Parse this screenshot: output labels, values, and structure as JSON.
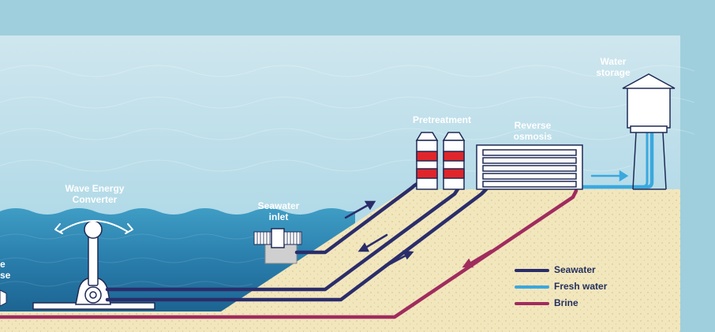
{
  "labels": {
    "wave_energy_converter": [
      "Wave Energy",
      "Converter"
    ],
    "seawater_inlet": [
      "Seawater",
      "inlet"
    ],
    "pretreatment": "Pretreatment",
    "reverse_osmosis": [
      "Reverse",
      "osmosis"
    ],
    "water_storage": [
      "Water",
      "storage"
    ],
    "diffuser_partial": [
      "e",
      "ser"
    ]
  },
  "legend": [
    {
      "label": "Seawater",
      "color": "#2a2d6a"
    },
    {
      "label": "Fresh water",
      "color": "#3aa8de"
    },
    {
      "label": "Brine",
      "color": "#a02c5e"
    }
  ],
  "colors": {
    "sky": "#9fcfdc",
    "sea": "#1d6a96",
    "sand": "#f2e6bd",
    "pretreatment_red": "#e0262b"
  },
  "icons": [
    "arrow-icon",
    "water-tower-icon",
    "wave-converter-icon",
    "inlet-screen-icon"
  ]
}
